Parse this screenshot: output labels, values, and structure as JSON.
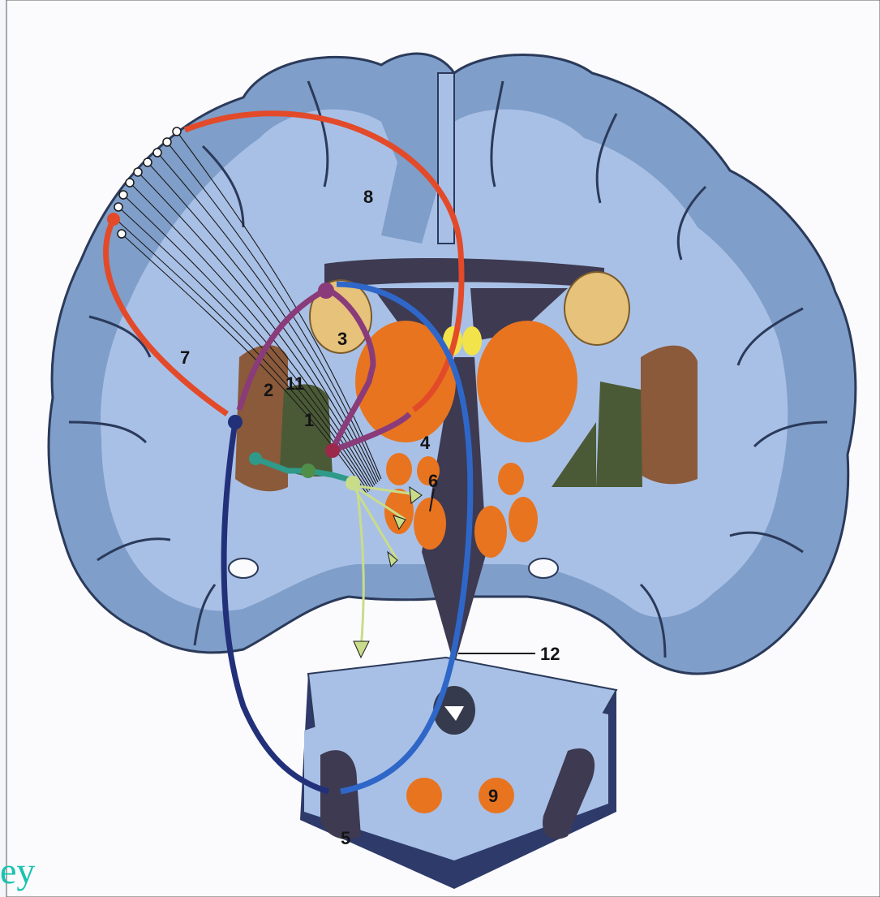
{
  "figure": {
    "labels": {
      "n1": "1",
      "n2": "2",
      "n3": "3",
      "n4": "4",
      "n5": "5",
      "n6": "6",
      "n7": "7",
      "n8": "8",
      "n9": "9",
      "n11": "11",
      "n12": "12"
    },
    "edge_fragment": "ey"
  },
  "colors": {
    "background": "#ffffff",
    "cortex": "#7f9ec9",
    "cortex_outline": "#2b3a5a",
    "white_matter": "#a9c0e6",
    "ventricle_dark": "#3d3a52",
    "putamen": "#8a5a3a",
    "globus_pallidus": "#4b5a36",
    "thalamus": "#e8741f",
    "caudate": "#e6c27a",
    "fornix_yellow": "#f2e34a",
    "red_pathway": "#e24a2a",
    "purple_pathway": "#8a3b7a",
    "blue_pathway": "#2f67c9",
    "navy_pathway": "#22307a",
    "teal_pathway": "#2f9a8a",
    "green_pathway": "#4f8f4a",
    "light_green": "#c9dc8a"
  }
}
